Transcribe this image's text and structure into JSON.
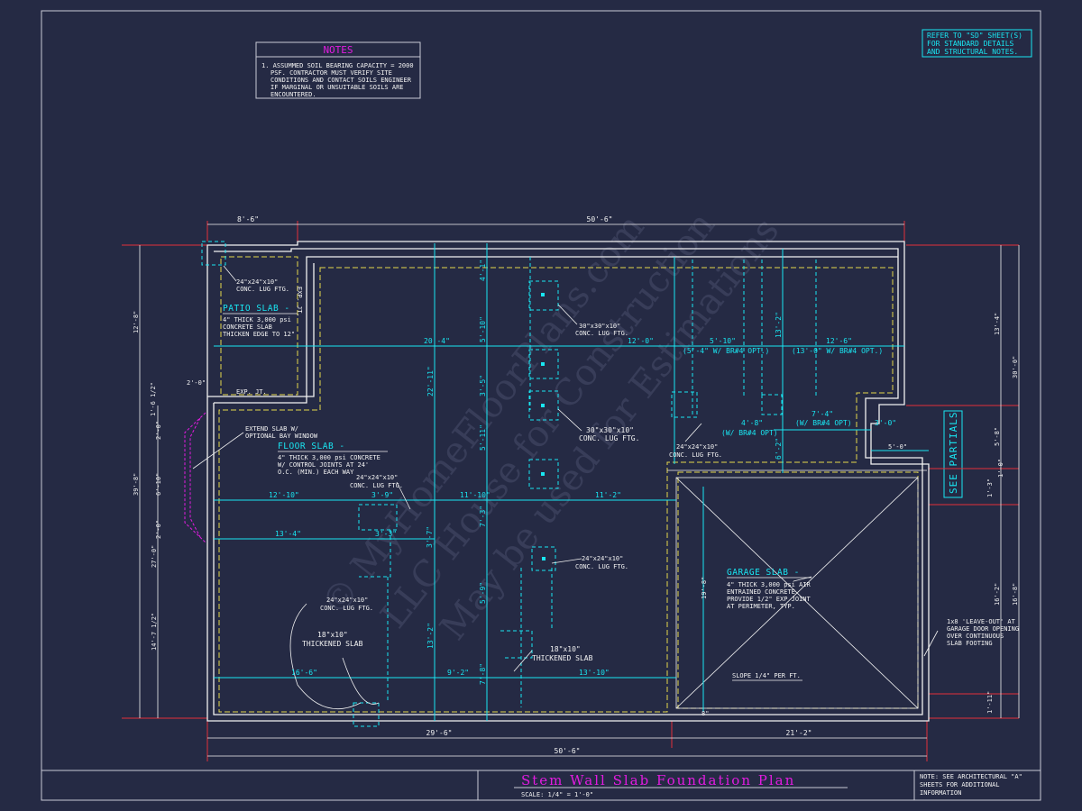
{
  "notes": {
    "title": "NOTES",
    "lines": [
      "1. ASSUMMED SOIL BEARING CAPACITY = 2000",
      "PSF.  CONTRACTOR MUST VERIFY SITE",
      "CONDITIONS AND CONTACT SOILS ENGINEER",
      "IF MARGINAL OR UNSUITABLE SOILS ARE",
      "ENCOUNTERED."
    ]
  },
  "refer_note": [
    "REFER TO \"SD\" SHEET(S)",
    "FOR STANDARD DETAILS",
    "AND STRUCTURAL NOTES."
  ],
  "see_partials": "SEE PARTIALS",
  "watermark": [
    "© MyHomeFloorPlans.com",
    "LLC House for Construction",
    "May be used for Estimations"
  ],
  "slabs": {
    "patio": {
      "title": "PATIO SLAB -",
      "lines": [
        "4\" THICK 3,000 psi",
        "CONCRETE SLAB",
        "THICKEN EDGE TO 12\""
      ]
    },
    "floor": {
      "title": "FLOOR SLAB -",
      "lines": [
        "4\" THICK 3,000 psi CONCRETE",
        "W/ CONTROL JOINTS AT 24'",
        "O.C. (MIN.) EACH WAY"
      ]
    },
    "garage": {
      "title": "GARAGE SLAB -",
      "lines": [
        "4\" THICK 3,000 psi AIR",
        "ENTRAINED CONCRETE",
        "PROVIDE 1/2\" EXP JOINT",
        "AT PERIMETER, TYP."
      ]
    }
  },
  "labels": {
    "lug_24_top": [
      "24\"x24\"x10\"",
      "CONC. LUG FTG."
    ],
    "lug_30_a": [
      "30\"x30\"x10\"",
      "CONC. LUG FTG."
    ],
    "lug_30_b": [
      "30\"x30\"x10\"",
      "CONC. LUG FTG."
    ],
    "lug_24_mid": [
      "24\"x24\"x10\"",
      "CONC. LUG FTG."
    ],
    "lug_24_right": [
      "24\"x24\"x10\"",
      "CONC. LUG FTG."
    ],
    "lug_24_center": [
      "24\"x24\"x10\"",
      "CONC. LUG FTG."
    ],
    "lug_24_low": [
      "24\"x24\"x10\"",
      "CONC. LUG FTG."
    ],
    "thick_left": [
      "18\"x10\"",
      "THICKENED SLAB"
    ],
    "thick_mid": [
      "18\"x10\"",
      "THICKENED SLAB"
    ],
    "bay_window": [
      "EXTEND SLAB W/",
      "OPTIONAL BAY WINDOW"
    ],
    "leave_out": [
      "1x8 'LEAVE-OUT' AT",
      "GARAGE DOOR OPENING",
      "OVER CONTINUOUS",
      "SLAB FOOTING"
    ],
    "slope": "SLOPE 1/4\" PER FT.",
    "exp_jt_a": "EXP. JT.",
    "exp_jt_b": "EXP. JT.",
    "br4_a": "(5'-4\" W/ BR#4 OPT.)",
    "br4_b": "(13'-0\" W/ BR#4 OPT.)",
    "br4_c": "(W/ BR#4 OPT)",
    "br4_d": "(W/ BR#4 OPT)"
  },
  "dims": {
    "top_8_6": "8'-6\"",
    "top_50_6": "50'-6\"",
    "d20_4": "20'-4\"",
    "d12_0": "12'-0\"",
    "d5_10": "5'-10\"",
    "d12_6": "12'-6\"",
    "d7_4": "7'-4\"",
    "d4_8": "4'-8\"",
    "d3_0": "3'-0\"",
    "d5_0": "5'-0\"",
    "d12_10": "12'-10\"",
    "d11_10": "11'-10\"",
    "d11_2": "11'-2\"",
    "d3_9": "3'-9\"",
    "d13_4": "13'-4\"",
    "d3_3": "3'-3\"",
    "d16_6": "16'-6\"",
    "d9_2": "9'-2\"",
    "d13_10": "13'-10\"",
    "v22_11": "22'-11\"",
    "v13_2": "13'-2\"",
    "v5_10": "5'-10\"",
    "v4_1": "4'-1\"",
    "v3_5": "3'-5\"",
    "v5_11": "5'-11\"",
    "v7_3": "7'-3\"",
    "v5_9": "5'-9\"",
    "v7_8": "7'-8\"",
    "v3_7": "3'-7\"",
    "v13_2b": "13'-2\"",
    "v6_2": "6'-2\"",
    "v19_8": "19'-8\"",
    "left_12_8": "12'-8\"",
    "left_39_8": "39'-8\"",
    "left_27_0": "27'-0\"",
    "left_14_7": "14'-7 1/2\"",
    "left_6_10": "6'-10\"",
    "left_2_0a": "2'-0\"",
    "left_2_0b": "2'-0\"",
    "left_2_0c": "2'-0\"",
    "left_1_6": "1'-6 1/2\"",
    "right_13_4": "13'-4\"",
    "right_30_0": "30'-0\"",
    "right_5_8": "5'-8\"",
    "right_1_0a": "1'-0\"",
    "right_1_3": "1'-3\"",
    "right_16_2": "16'-2\"",
    "right_16_8": "16'-8\"",
    "right_1_11": "1'-11\"",
    "bot_29_6": "29'-6\"",
    "bot_21_2": "21'-2\"",
    "bot_50_6": "50'-6\"",
    "bot_8": "8\""
  },
  "title_block": {
    "title": "Stem Wall Slab Foundation Plan",
    "scale": "SCALE: 1/4\" = 1'-0\"",
    "note": [
      "NOTE: SEE ARCHITECTURAL \"A\"",
      "SHEETS FOR ADDITIONAL",
      "INFORMATION"
    ]
  }
}
